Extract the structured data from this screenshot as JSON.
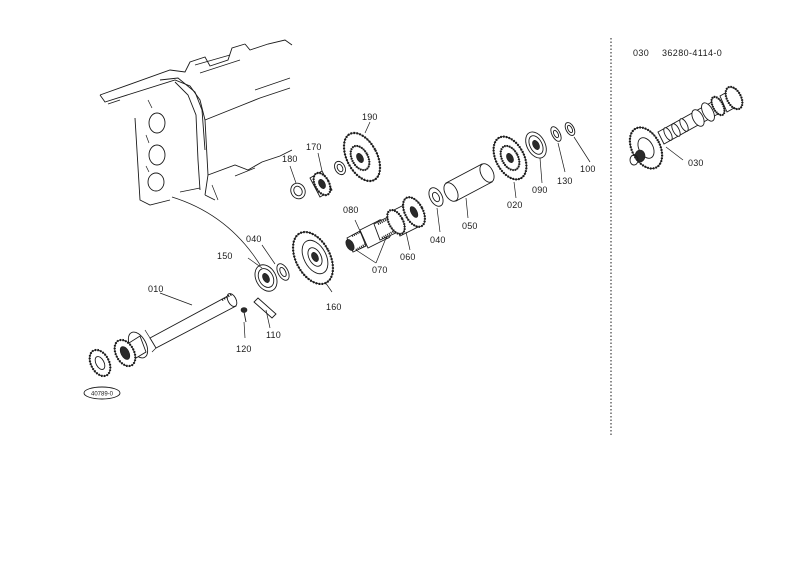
{
  "diagram": {
    "kit": {
      "item_no": "030",
      "part_no": "36280-4114-0"
    },
    "reference_code": "40789-0",
    "callouts": [
      {
        "id": "010",
        "text": "010"
      },
      {
        "id": "020",
        "text": "020"
      },
      {
        "id": "030-small",
        "text": "030"
      },
      {
        "id": "040-a",
        "text": "040"
      },
      {
        "id": "040-b",
        "text": "040"
      },
      {
        "id": "050",
        "text": "050"
      },
      {
        "id": "060",
        "text": "060"
      },
      {
        "id": "070",
        "text": "070"
      },
      {
        "id": "080",
        "text": "080"
      },
      {
        "id": "090",
        "text": "090"
      },
      {
        "id": "100",
        "text": "100"
      },
      {
        "id": "110",
        "text": "110"
      },
      {
        "id": "120",
        "text": "120"
      },
      {
        "id": "130",
        "text": "130"
      },
      {
        "id": "150",
        "text": "150"
      },
      {
        "id": "160",
        "text": "160"
      },
      {
        "id": "170",
        "text": "170"
      },
      {
        "id": "180",
        "text": "180"
      },
      {
        "id": "190",
        "text": "190"
      }
    ]
  }
}
